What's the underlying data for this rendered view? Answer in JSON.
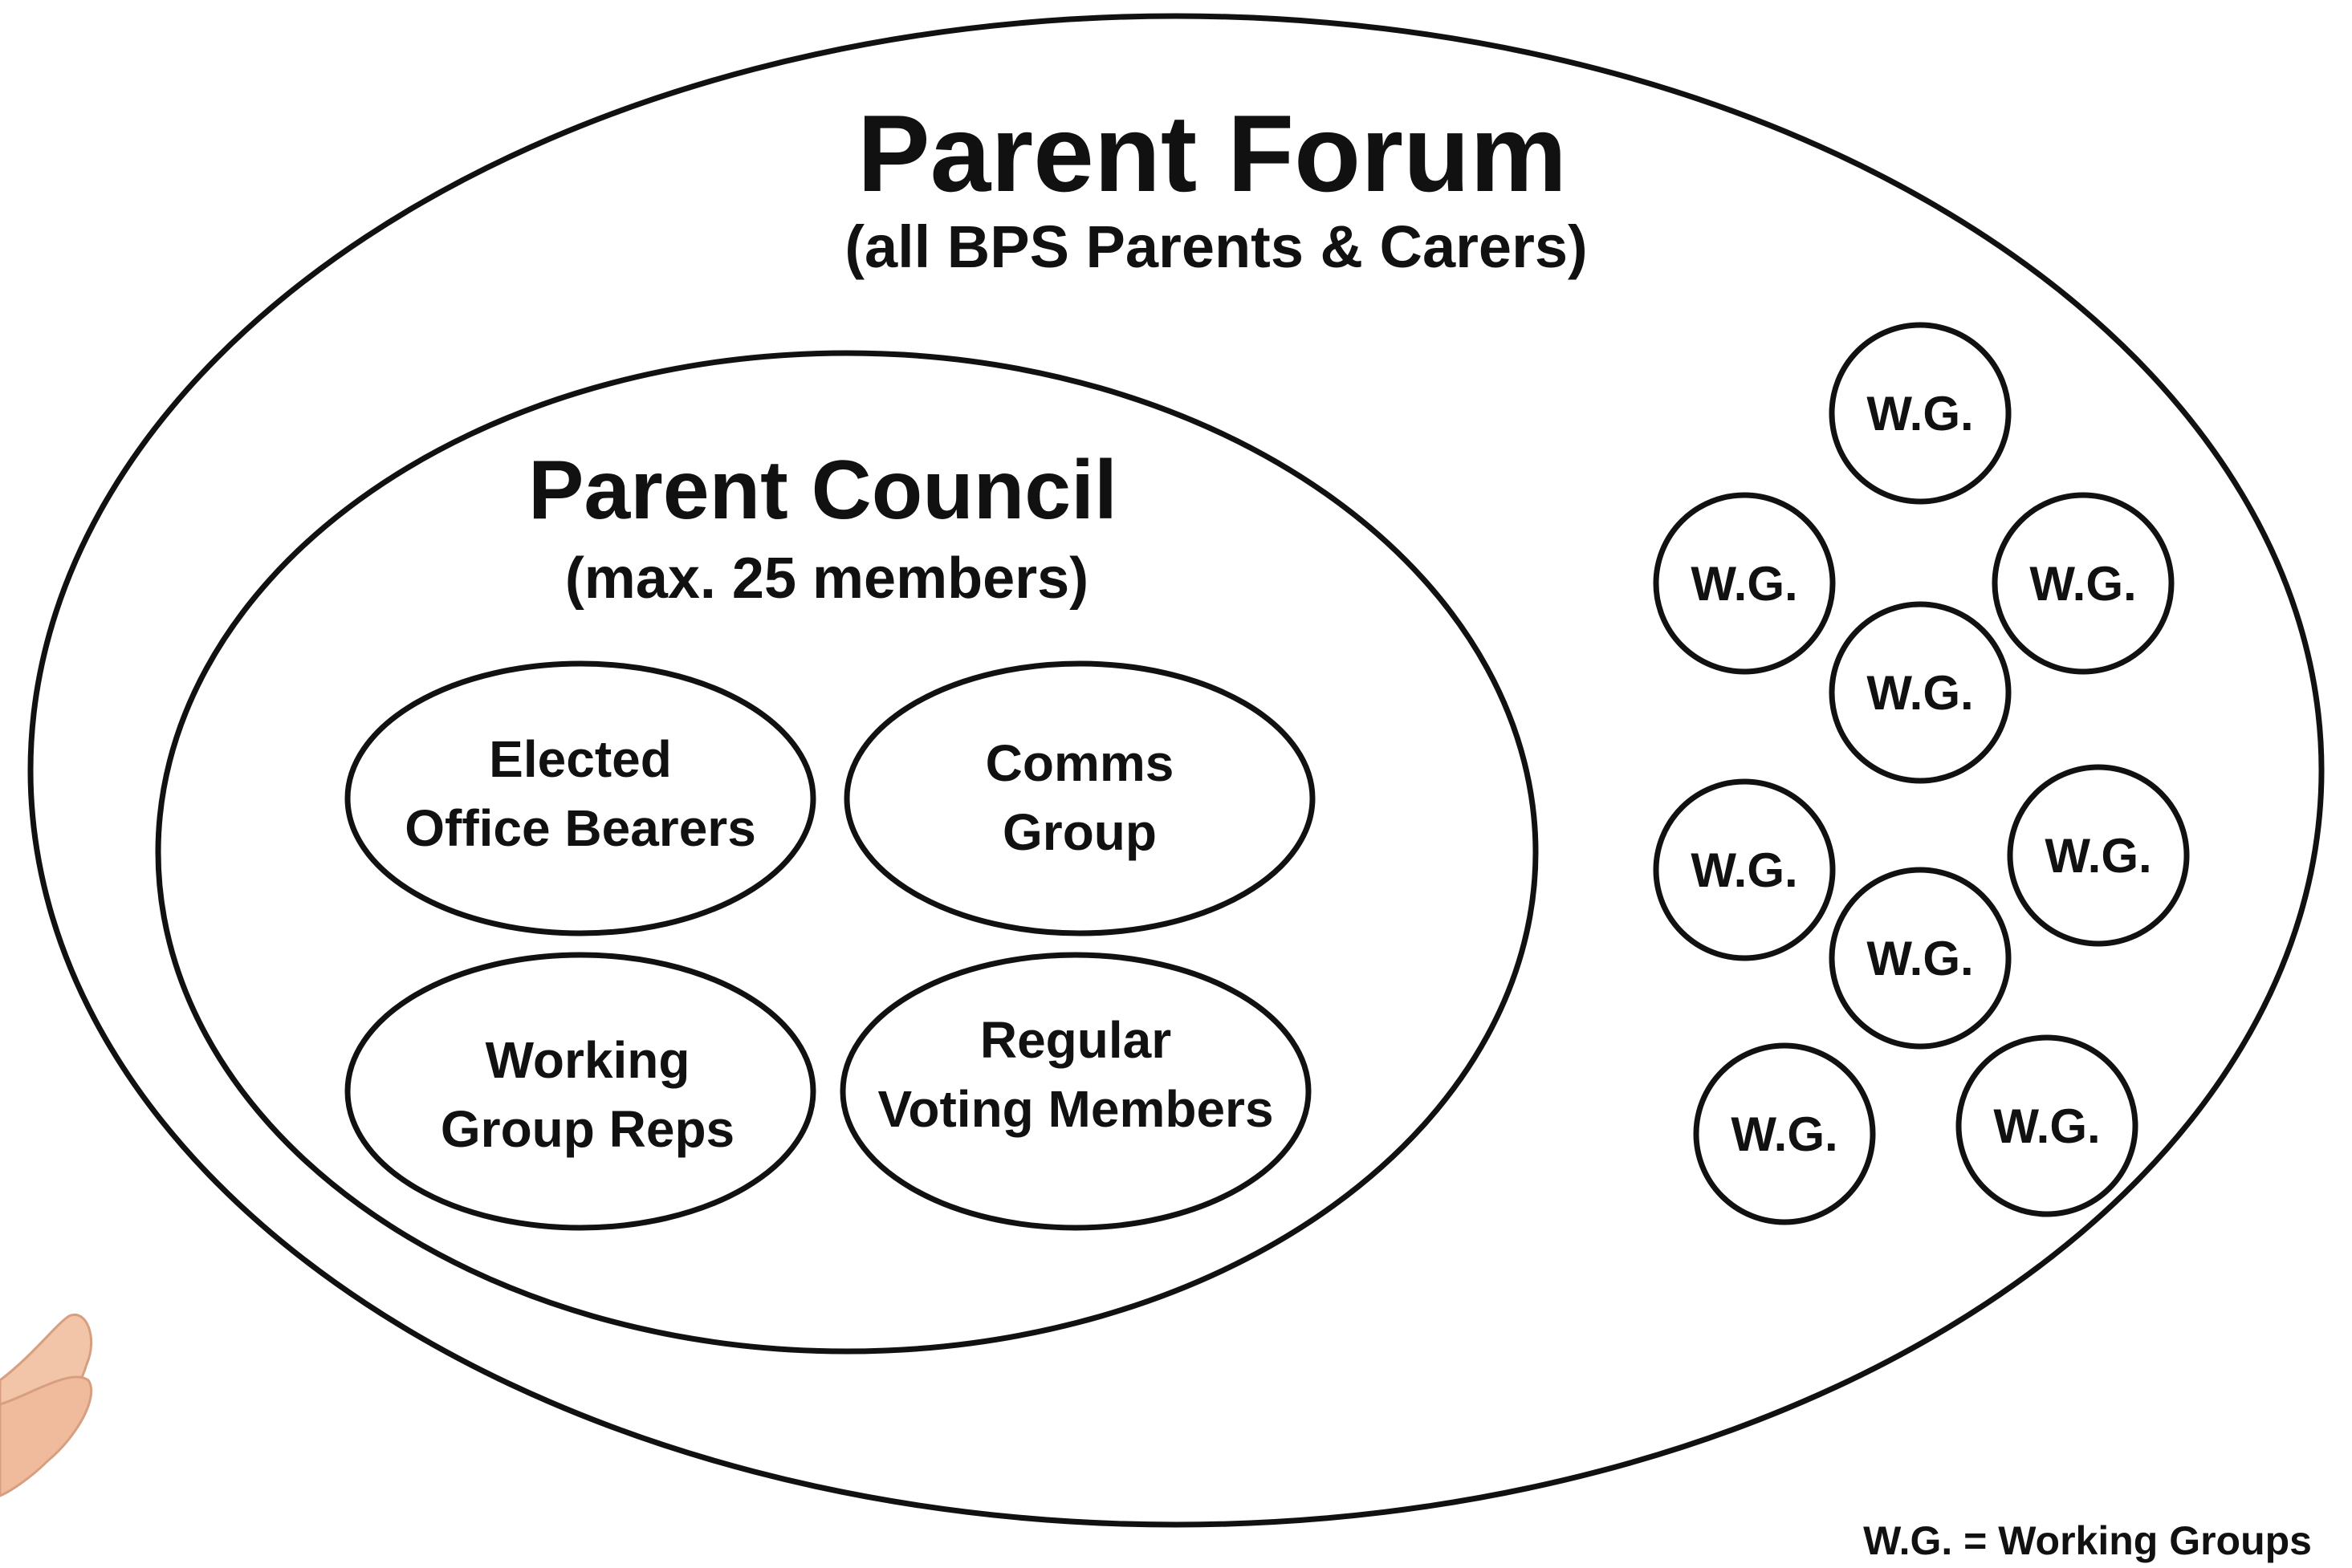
{
  "forum": {
    "title": "Parent Forum",
    "subtitle": "(all BPS Parents & Carers)"
  },
  "council": {
    "title": "Parent Council",
    "subtitle": "(max. 25 members)"
  },
  "groups": {
    "elected": {
      "line1": "Elected",
      "line2": "Office Bearers"
    },
    "comms": {
      "line1": "Comms",
      "line2": "Group"
    },
    "reps": {
      "line1": "Working",
      "line2": "Group Reps"
    },
    "voting": {
      "line1": "Regular",
      "line2": "Voting Members"
    }
  },
  "working_groups": {
    "label": "W.G.",
    "items": [
      "W.G.",
      "W.G.",
      "W.G.",
      "W.G.",
      "W.G.",
      "W.G.",
      "W.G.",
      "W.G.",
      "W.G."
    ]
  },
  "legend": {
    "text": "W.G. = Working Groups"
  },
  "colors": {
    "stroke": "#111111",
    "background": "#ffffff",
    "skin": "#f2c4a8"
  }
}
